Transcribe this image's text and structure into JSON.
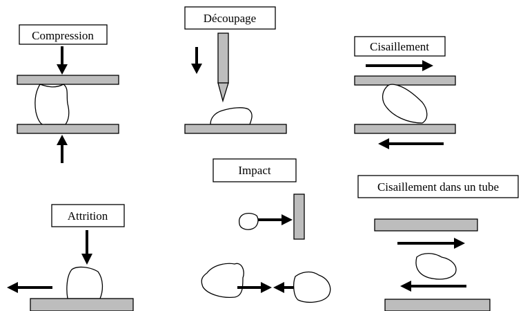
{
  "labels": {
    "compression": "Compression",
    "decoupage": "Découpage",
    "cisaillement": "Cisaillement",
    "impact": "Impact",
    "attrition": "Attrition",
    "cisaillement_tube": "Cisaillement dans un tube"
  },
  "colors": {
    "plate_fill": "#bdbdbd",
    "outline": "#000000",
    "background": "#ffffff"
  }
}
